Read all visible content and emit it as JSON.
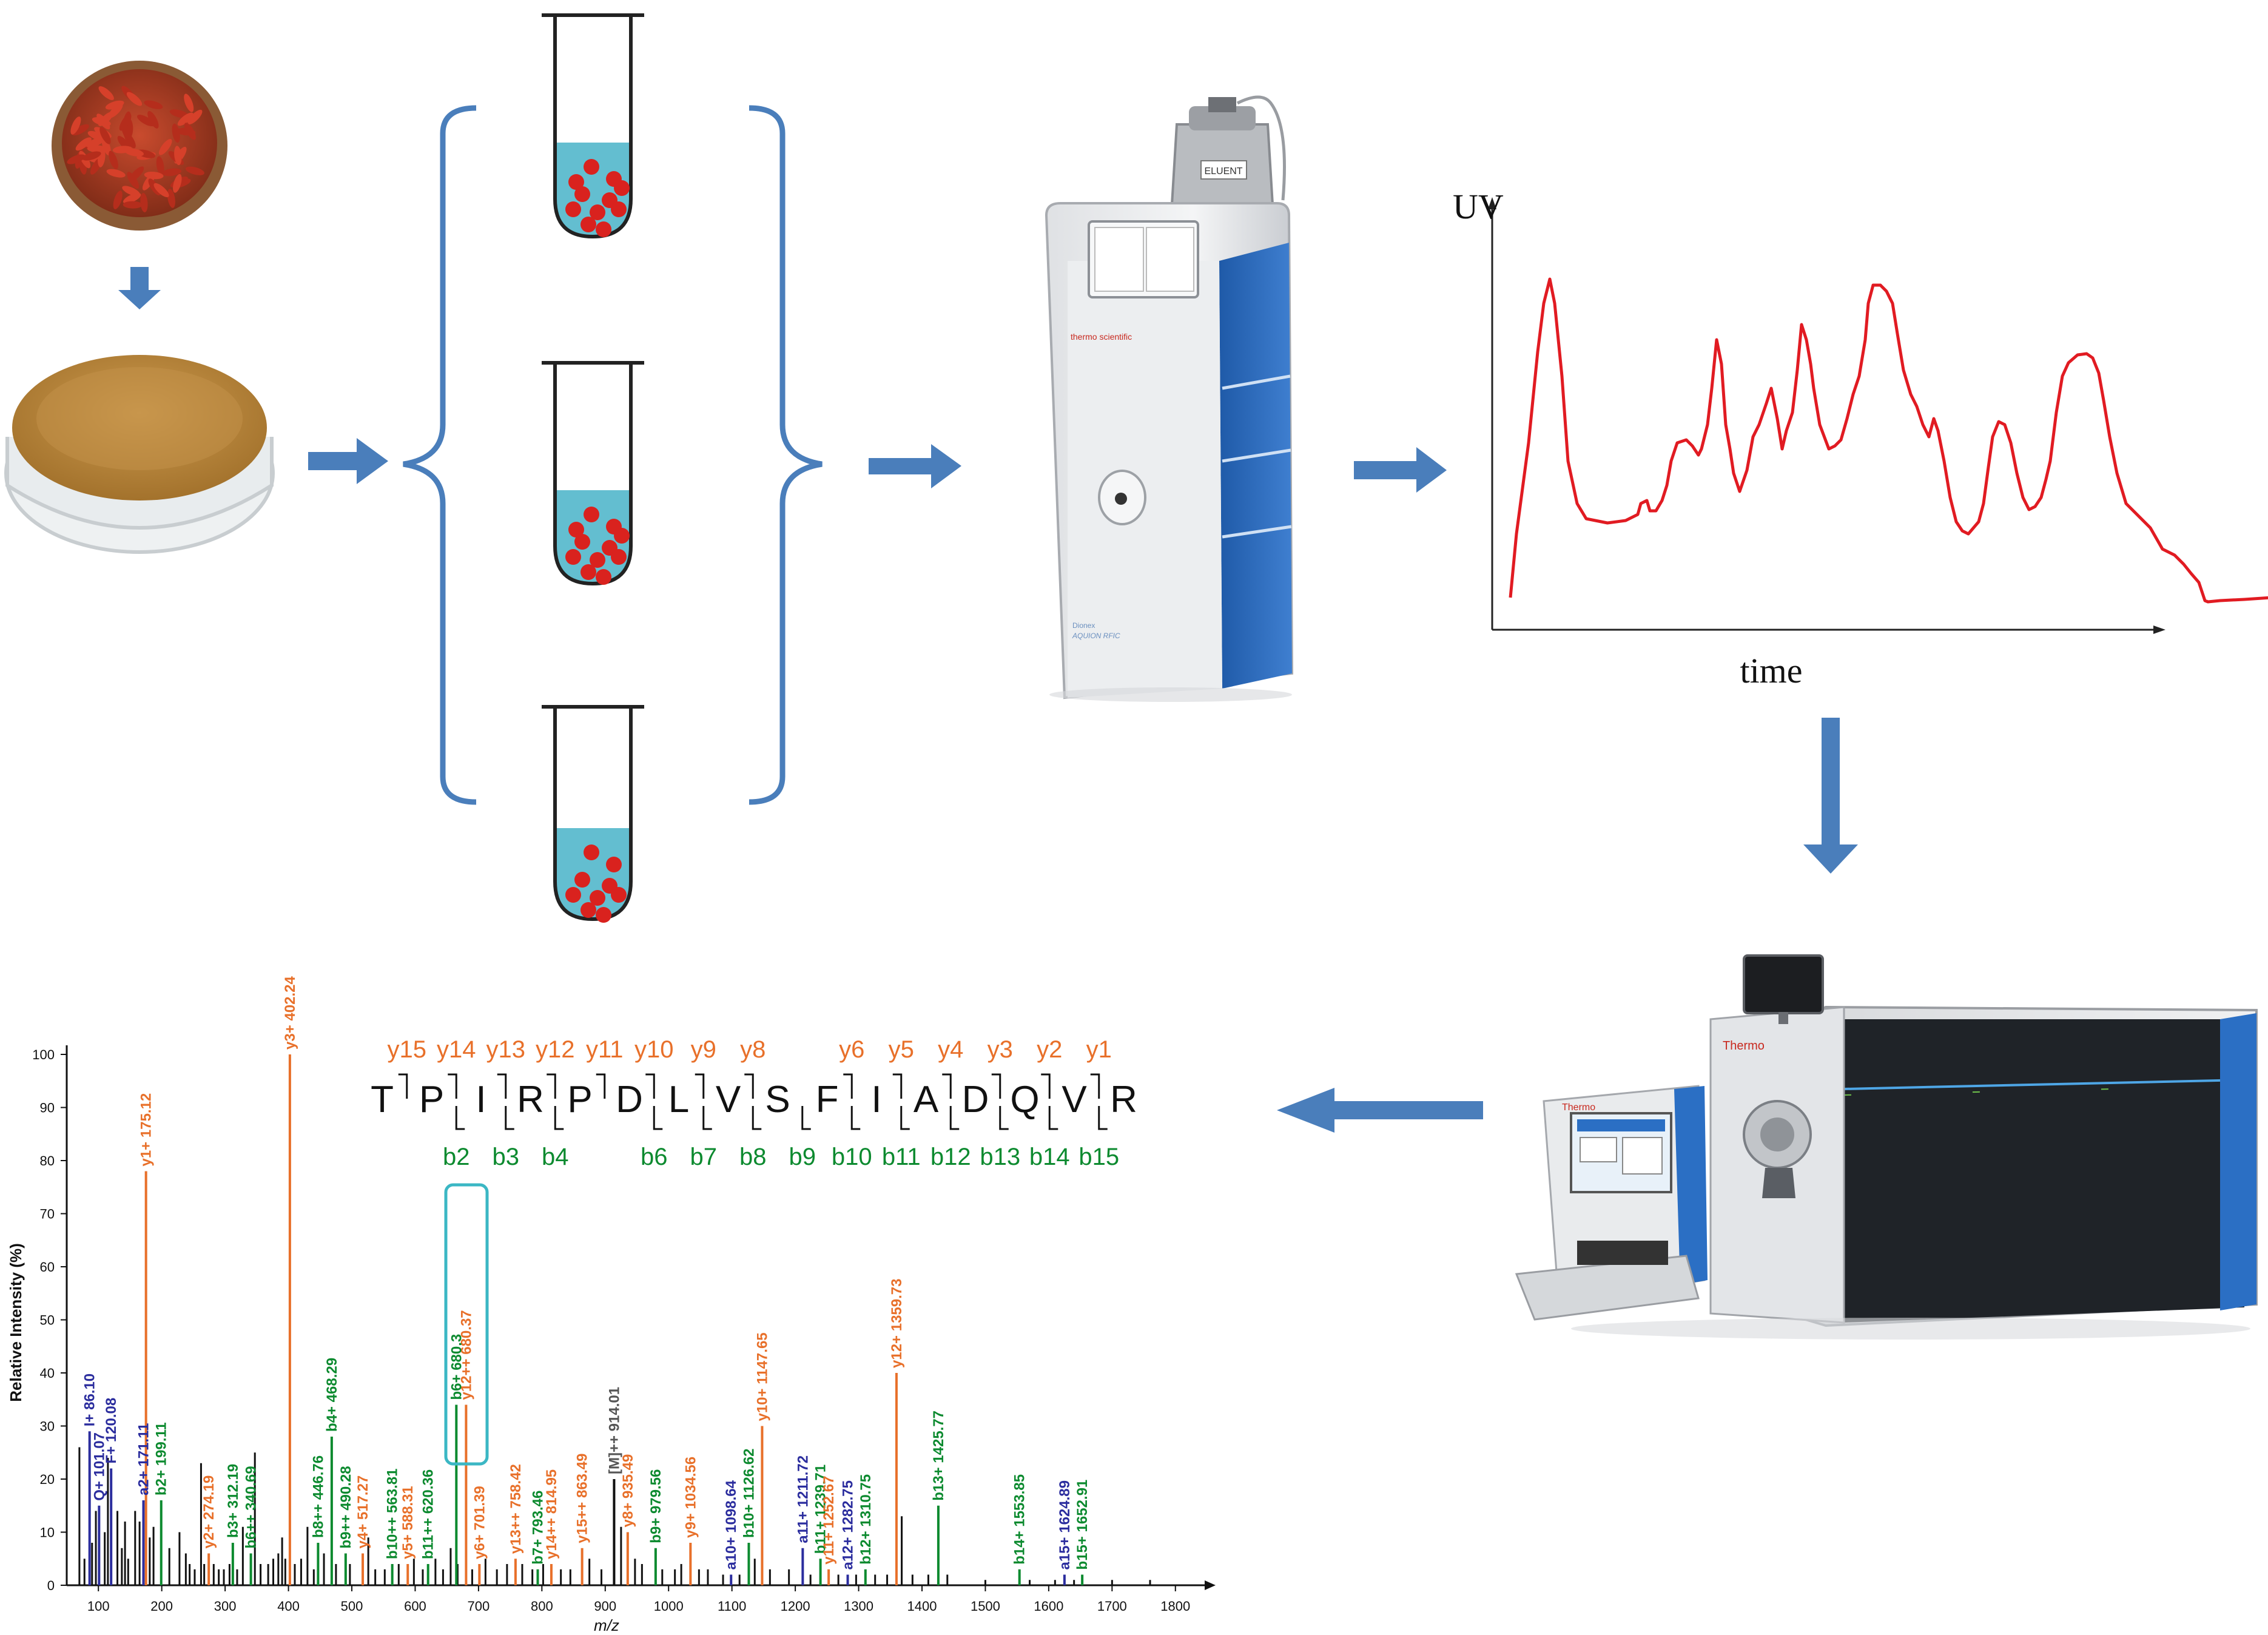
{
  "colors": {
    "arrow": "#4a7ebb",
    "chromatogram": "#e11b22",
    "liquid": "#63bed0",
    "particle": "#d9221e",
    "y_ion": "#e8702a",
    "b_ion": "#0c8a2f",
    "a_ion": "#2b2d9e",
    "neutral": "#000000",
    "highlight_box": "#3bb7c4"
  },
  "icons": [
    "goji-bowl-icon",
    "powder-dish-icon",
    "test-tube-icon",
    "ion-chromatograph-icon",
    "mass-spectrometer-icon",
    "arrow-right-icon",
    "arrow-down-icon",
    "arrow-left-icon",
    "bracket-icon"
  ],
  "instrument": {
    "bottle_label": "ELUENT",
    "brand": "thermo scientific",
    "model_line1": "Dionex",
    "model_line2": "AQUION RFIC",
    "ms_brand": "Thermo",
    "lc_brand": "Thermo"
  },
  "chromatogram": {
    "ylabel": "UV",
    "xlabel": "time"
  },
  "peptide": {
    "sequence": [
      "T",
      "P",
      "I",
      "R",
      "P",
      "D",
      "L",
      "V",
      "S",
      "F",
      "I",
      "A",
      "D",
      "Q",
      "V",
      "R"
    ],
    "y_labels": [
      "y15",
      "y14",
      "y13",
      "y12",
      "y11",
      "y10",
      "y9",
      "y8",
      "",
      "y6",
      "y5",
      "y4",
      "y3",
      "y2",
      "y1"
    ],
    "b_labels": [
      "",
      "b2",
      "b3",
      "b4",
      "",
      "b6",
      "b7",
      "b8",
      "b9",
      "b10",
      "b11",
      "b12",
      "b13",
      "b14",
      "b15"
    ]
  },
  "chart_data": {
    "type": "bar",
    "xlabel": "m/z",
    "ylabel": "Relative Intensity (%)",
    "xlim": [
      50,
      1850
    ],
    "ylim": [
      0,
      100
    ],
    "x_ticks": [
      100,
      200,
      300,
      400,
      500,
      600,
      700,
      800,
      900,
      1000,
      1100,
      1200,
      1300,
      1400,
      1500,
      1600,
      1700,
      1800
    ],
    "y_ticks": [
      0,
      10,
      20,
      30,
      40,
      50,
      60,
      70,
      80,
      90,
      100
    ],
    "labeled_peaks": [
      {
        "mz": 86.1,
        "intensity": 29,
        "ion": "a",
        "label": "I+ 86.10"
      },
      {
        "mz": 101.07,
        "intensity": 15,
        "ion": "a",
        "label": "Q+ 101.07"
      },
      {
        "mz": 120.08,
        "intensity": 22,
        "ion": "a",
        "label": "F+ 120.08"
      },
      {
        "mz": 171.11,
        "intensity": 16,
        "ion": "a",
        "label": "a2+ 171.11"
      },
      {
        "mz": 175.12,
        "intensity": 78,
        "ion": "y",
        "label": "y1+ 175.12"
      },
      {
        "mz": 199.11,
        "intensity": 16,
        "ion": "b",
        "label": "b2+ 199.11"
      },
      {
        "mz": 274.19,
        "intensity": 6,
        "ion": "y",
        "label": "y2+ 274.19"
      },
      {
        "mz": 312.19,
        "intensity": 8,
        "ion": "b",
        "label": "b3+ 312.19"
      },
      {
        "mz": 340.69,
        "intensity": 6,
        "ion": "b",
        "label": "b6++ 340.69"
      },
      {
        "mz": 402.24,
        "intensity": 100,
        "ion": "y",
        "label": "y3+ 402.24"
      },
      {
        "mz": 446.76,
        "intensity": 8,
        "ion": "b",
        "label": "b8++ 446.76"
      },
      {
        "mz": 468.29,
        "intensity": 28,
        "ion": "b",
        "label": "b4+ 468.29"
      },
      {
        "mz": 490.28,
        "intensity": 6,
        "ion": "b",
        "label": "b9++ 490.28"
      },
      {
        "mz": 517.27,
        "intensity": 6,
        "ion": "y",
        "label": "y4+ 517.27"
      },
      {
        "mz": 563.81,
        "intensity": 4,
        "ion": "b",
        "label": "b10++ 563.81"
      },
      {
        "mz": 588.31,
        "intensity": 4,
        "ion": "y",
        "label": "y5+ 588.31"
      },
      {
        "mz": 620.36,
        "intensity": 4,
        "ion": "b",
        "label": "b11++ 620.36"
      },
      {
        "mz": 680.37,
        "intensity": 34,
        "ion": "y",
        "label": "y12++ 680.37"
      },
      {
        "mz": 680.3,
        "intensity": 34,
        "ion": "b",
        "label": "b6+ 680.3"
      },
      {
        "mz": 701.39,
        "intensity": 4,
        "ion": "y",
        "label": "y6+ 701.39"
      },
      {
        "mz": 758.42,
        "intensity": 5,
        "ion": "y",
        "label": "y13++ 758.42"
      },
      {
        "mz": 793.46,
        "intensity": 3,
        "ion": "b",
        "label": "b7+ 793.46"
      },
      {
        "mz": 814.95,
        "intensity": 4,
        "ion": "y",
        "label": "y14++ 814.95"
      },
      {
        "mz": 863.49,
        "intensity": 7,
        "ion": "y",
        "label": "y15++ 863.49"
      },
      {
        "mz": 914.01,
        "intensity": 20,
        "ion": "neutral",
        "label": "[M]++ 914.01"
      },
      {
        "mz": 935.49,
        "intensity": 10,
        "ion": "y",
        "label": "y8+ 935.49"
      },
      {
        "mz": 979.56,
        "intensity": 7,
        "ion": "b",
        "label": "b9+ 979.56"
      },
      {
        "mz": 1034.56,
        "intensity": 8,
        "ion": "y",
        "label": "y9+ 1034.56"
      },
      {
        "mz": 1098.64,
        "intensity": 2,
        "ion": "a",
        "label": "a10+ 1098.64"
      },
      {
        "mz": 1126.62,
        "intensity": 8,
        "ion": "b",
        "label": "b10+ 1126.62"
      },
      {
        "mz": 1147.65,
        "intensity": 30,
        "ion": "y",
        "label": "y10+ 1147.65"
      },
      {
        "mz": 1211.72,
        "intensity": 7,
        "ion": "a",
        "label": "a11+ 1211.72"
      },
      {
        "mz": 1239.71,
        "intensity": 5,
        "ion": "b",
        "label": "b11+ 1239.71"
      },
      {
        "mz": 1252.67,
        "intensity": 3,
        "ion": "y",
        "label": "y11+ 1252.67"
      },
      {
        "mz": 1282.75,
        "intensity": 2,
        "ion": "a",
        "label": "a12+ 1282.75"
      },
      {
        "mz": 1310.75,
        "intensity": 3,
        "ion": "b",
        "label": "b12+ 1310.75"
      },
      {
        "mz": 1359.73,
        "intensity": 40,
        "ion": "y",
        "label": "y12+ 1359.73"
      },
      {
        "mz": 1425.77,
        "intensity": 15,
        "ion": "b",
        "label": "b13+ 1425.77"
      },
      {
        "mz": 1553.85,
        "intensity": 3,
        "ion": "b",
        "label": "b14+ 1553.85"
      },
      {
        "mz": 1624.89,
        "intensity": 2,
        "ion": "a",
        "label": "a15+ 1624.89"
      },
      {
        "mz": 1652.91,
        "intensity": 2,
        "ion": "b",
        "label": "b15+ 1652.91"
      }
    ],
    "unlabeled_peaks": [
      [
        70,
        26
      ],
      [
        78,
        5
      ],
      [
        90,
        8
      ],
      [
        96,
        14
      ],
      [
        110,
        10
      ],
      [
        115,
        24
      ],
      [
        130,
        14
      ],
      [
        137,
        7
      ],
      [
        142,
        12
      ],
      [
        147,
        5
      ],
      [
        158,
        14
      ],
      [
        165,
        12
      ],
      [
        181,
        9
      ],
      [
        187,
        11
      ],
      [
        212,
        7
      ],
      [
        228,
        10
      ],
      [
        238,
        6
      ],
      [
        244,
        4
      ],
      [
        252,
        3
      ],
      [
        262,
        23
      ],
      [
        267,
        4
      ],
      [
        282,
        4
      ],
      [
        290,
        3
      ],
      [
        298,
        3
      ],
      [
        307,
        4
      ],
      [
        319,
        3
      ],
      [
        328,
        11
      ],
      [
        347,
        25
      ],
      [
        356,
        4
      ],
      [
        368,
        4
      ],
      [
        376,
        5
      ],
      [
        384,
        6
      ],
      [
        390,
        9
      ],
      [
        395,
        5
      ],
      [
        410,
        4
      ],
      [
        420,
        5
      ],
      [
        430,
        11
      ],
      [
        440,
        3
      ],
      [
        456,
        6
      ],
      [
        475,
        4
      ],
      [
        497,
        4
      ],
      [
        526,
        9
      ],
      [
        537,
        3
      ],
      [
        552,
        3
      ],
      [
        574,
        4
      ],
      [
        598,
        5
      ],
      [
        612,
        3
      ],
      [
        632,
        5
      ],
      [
        644,
        3
      ],
      [
        656,
        7
      ],
      [
        667,
        4
      ],
      [
        690,
        3
      ],
      [
        711,
        5
      ],
      [
        729,
        3
      ],
      [
        745,
        4
      ],
      [
        769,
        4
      ],
      [
        785,
        3
      ],
      [
        802,
        4
      ],
      [
        830,
        3
      ],
      [
        845,
        3
      ],
      [
        875,
        5
      ],
      [
        894,
        3
      ],
      [
        925,
        11
      ],
      [
        947,
        5
      ],
      [
        958,
        4
      ],
      [
        990,
        3
      ],
      [
        1010,
        3
      ],
      [
        1020,
        4
      ],
      [
        1048,
        3
      ],
      [
        1062,
        3
      ],
      [
        1086,
        2
      ],
      [
        1112,
        2
      ],
      [
        1136,
        5
      ],
      [
        1160,
        3
      ],
      [
        1190,
        3
      ],
      [
        1224,
        2
      ],
      [
        1268,
        2
      ],
      [
        1296,
        2
      ],
      [
        1326,
        2
      ],
      [
        1345,
        2
      ],
      [
        1368,
        13
      ],
      [
        1385,
        2
      ],
      [
        1410,
        2
      ],
      [
        1440,
        2
      ],
      [
        1500,
        1
      ],
      [
        1570,
        1
      ],
      [
        1610,
        1
      ],
      [
        1640,
        1
      ],
      [
        1700,
        1
      ],
      [
        1760,
        1
      ]
    ]
  }
}
